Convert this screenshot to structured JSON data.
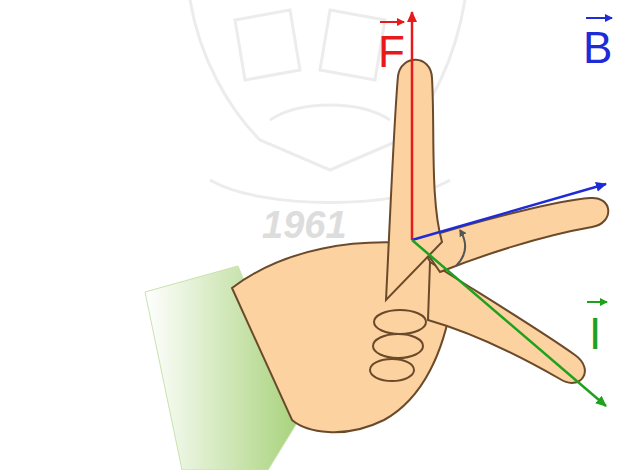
{
  "diagram": {
    "labels": [
      "F",
      "B",
      "I",
      "1961"
    ]
  }
}
